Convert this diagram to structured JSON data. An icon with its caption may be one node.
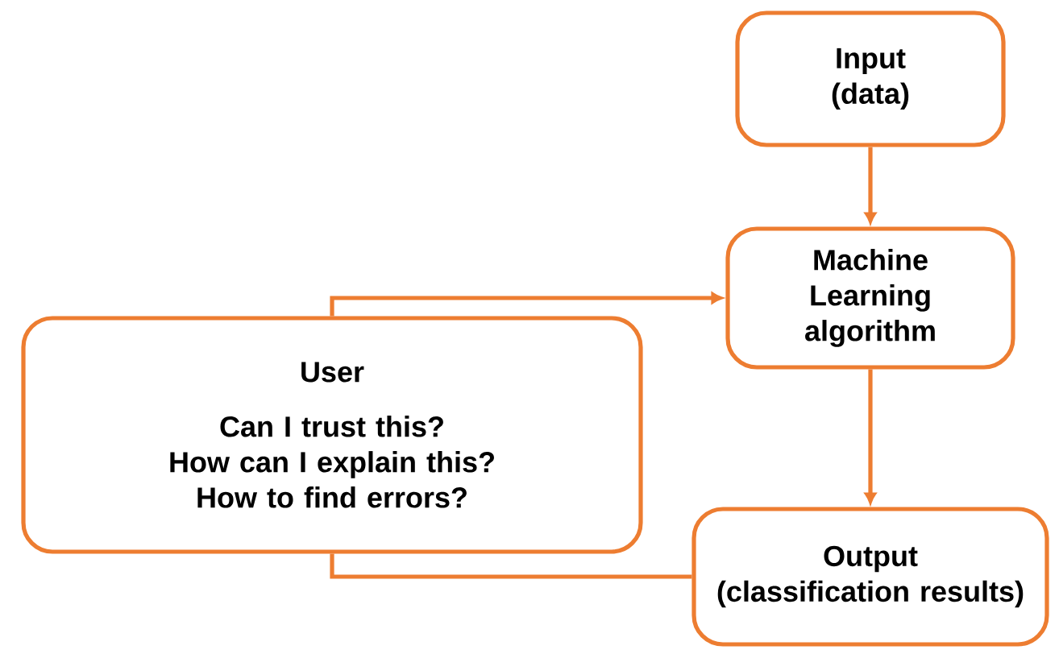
{
  "diagram": {
    "nodes": [
      {
        "text": [
          "Input",
          "(data)"
        ]
      },
      {
        "text": [
          "Machine Learning algorithm"
        ]
      },
      {
        "text": [
          "User",
          "Can I trust this?",
          "How can I explain this?",
          "How to find errors?"
        ]
      },
      {
        "text": [
          "Output",
          "(classification results)"
        ]
      }
    ],
    "edges": [
      {
        "from": 0,
        "to": 1,
        "arrow": "to"
      },
      {
        "from": 2,
        "to": 1,
        "arrow": "to"
      },
      {
        "from": 1,
        "to": 3,
        "arrow": "to"
      },
      {
        "from": 2,
        "to": 3,
        "arrow": "none"
      }
    ]
  }
}
